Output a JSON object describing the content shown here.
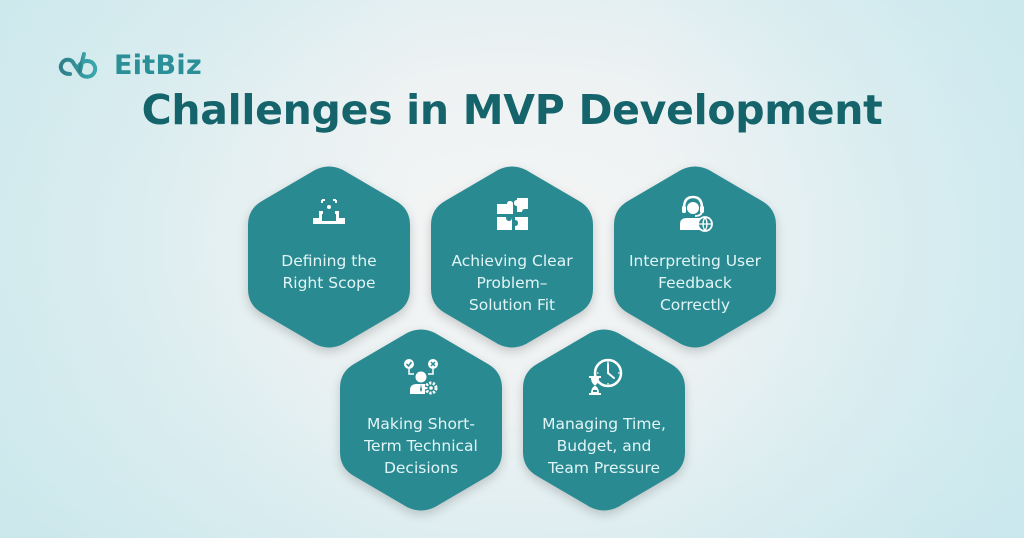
{
  "brand": {
    "name": "EitBiz",
    "logo_icon": "eb-infinity-mark-icon",
    "color": "#2a8f97"
  },
  "title": "Challenges in MVP Development",
  "colors": {
    "title": "#15646b",
    "hexagon_fill": "#2a8a91",
    "label_text": "#e2f5f6"
  },
  "challenges": [
    {
      "label": "Defining the Right Scope",
      "lines": [
        "Defining the",
        "Right Scope"
      ],
      "icon": "hands-framing-scope-icon"
    },
    {
      "label": "Achieving Clear Problem–Solution Fit",
      "lines": [
        "Achieving Clear",
        "Problem–",
        "Solution Fit"
      ],
      "icon": "puzzle-pieces-icon"
    },
    {
      "label": "Interpreting User Feedback Correctly",
      "lines": [
        "Interpreting User",
        "Feedback",
        "Correctly"
      ],
      "icon": "support-agent-globe-icon"
    },
    {
      "label": "Making Short-Term Technical Decisions",
      "lines": [
        "Making Short-",
        "Term Technical",
        "Decisions"
      ],
      "icon": "decision-person-gear-icon"
    },
    {
      "label": "Managing Time, Budget, and Team Pressure",
      "lines": [
        "Managing Time,",
        "Budget, and",
        "Team Pressure"
      ],
      "icon": "hourglass-clock-icon"
    }
  ]
}
